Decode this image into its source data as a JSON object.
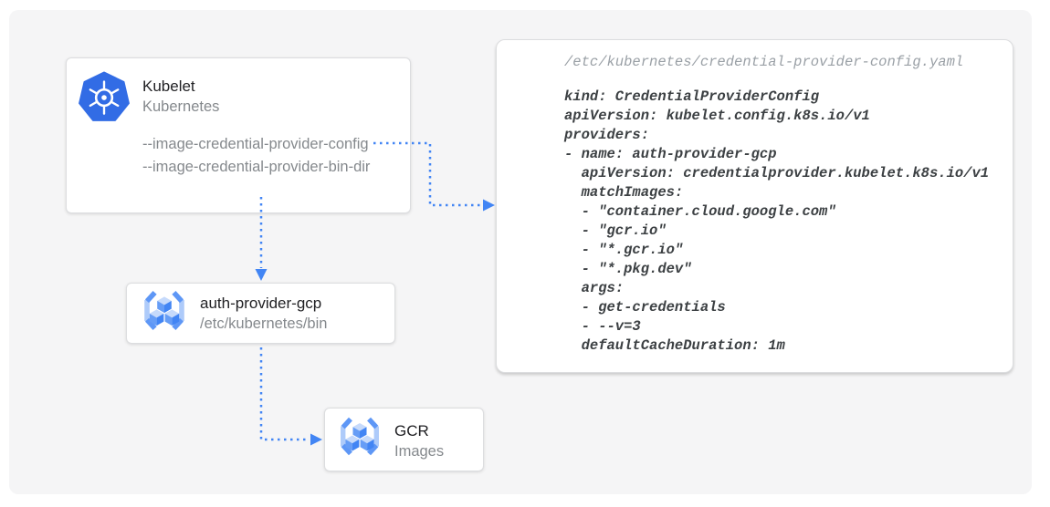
{
  "diagram": {
    "kubelet": {
      "title": "Kubelet",
      "subtitle": "Kubernetes",
      "flags": [
        "--image-credential-provider-config",
        "--image-credential-provider-bin-dir"
      ]
    },
    "auth_provider": {
      "title": "auth-provider-gcp",
      "subtitle": "/etc/kubernetes/bin"
    },
    "gcr": {
      "title": "GCR",
      "subtitle": "Images"
    }
  },
  "code_panel": {
    "filename": "/etc/kubernetes/credential-provider-config.yaml",
    "lines": [
      "kind: CredentialProviderConfig",
      "apiVersion: kubelet.config.k8s.io/v1",
      "providers:",
      "- name: auth-provider-gcp",
      "  apiVersion: credentialprovider.kubelet.k8s.io/v1",
      "  matchImages:",
      "  - \"container.cloud.google.com\"",
      "  - \"gcr.io\"",
      "  - \"*.gcr.io\"",
      "  - \"*.pkg.dev\"",
      "  args:",
      "  - get-credentials",
      "  - --v=3",
      "  defaultCacheDuration: 1m"
    ]
  },
  "icons": {
    "kubelet": "kubernetes-icon",
    "auth_provider": "container-registry-icon",
    "gcr": "container-registry-icon"
  },
  "colors": {
    "arrow_blue": "#4285F4",
    "kubernetes_blue": "#326CE5",
    "registry_light_blue": "#AECBFA",
    "registry_medium_blue": "#5E97F6",
    "canvas_background": "#F5F5F6",
    "title_text": "#212124",
    "muted_text": "#85898D",
    "code_text": "#3C4043",
    "code_filename_text": "#9AA0A6"
  }
}
